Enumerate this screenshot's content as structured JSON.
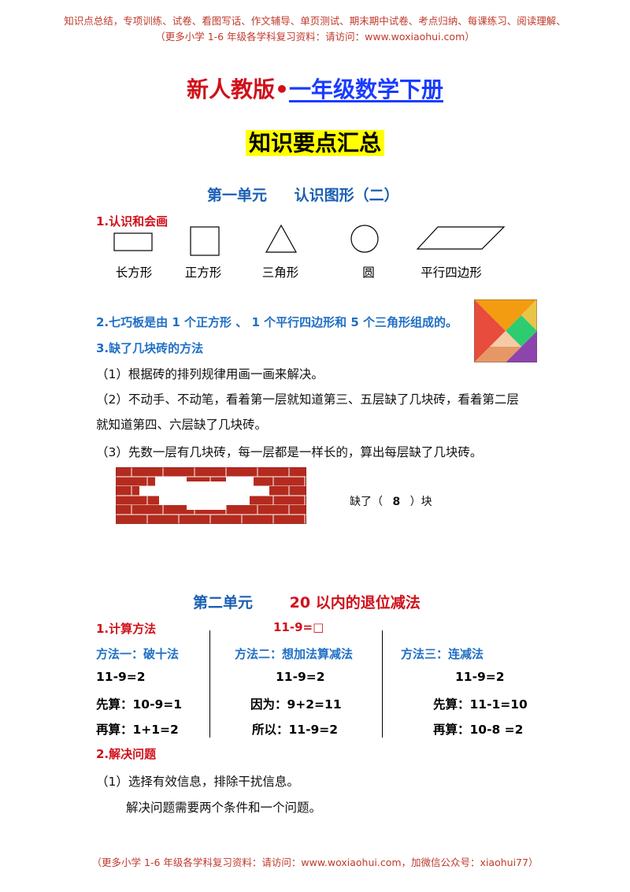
{
  "header": {
    "line1": "知识点总结，专项训练、试卷、看图写话、作文辅导、单页测试、期末期中试卷、考点归纳、每课练习、阅读理解、",
    "line2": "（更多小学 1-6 年级各学科复习资料：请访问：www.woxiaohui.com）"
  },
  "title": {
    "part1": "新人教版•",
    "part2": "一年级数学下册",
    "subtitle": "知识要点汇总"
  },
  "unit1": {
    "label": "第一单元",
    "name": "认识图形（二）",
    "sec1": "1.认识和会画",
    "shapes": [
      "长方形",
      "正方形",
      "三角形",
      "圆",
      "平行四边形"
    ],
    "sec2": "2.七巧板是由 1 个正方形 、 1 个平行四边形和 5 个三角形组成的。",
    "sec3": "3.缺了几块砖的方法",
    "p1": "（1）根据砖的排列规律用画一画来解决。",
    "p2a": "（2）不动手、不动笔，看着第一层就知道第三、五层缺了几块砖，看着第二层",
    "p2b": "就知道第四、六层缺了几块砖。",
    "p3": "（3）先数一层有几块砖，每一层都是一样长的，算出每层缺了几块砖。",
    "missing_prefix": "缺了（",
    "missing_value": "8",
    "missing_suffix": "）块"
  },
  "unit2": {
    "label": "第二单元",
    "name": "20 以内的退位减法",
    "sec1": "1.计算方法",
    "problem": "11-9=□",
    "m1": {
      "title": "方法一：破十法",
      "l1": "11-9=2",
      "l2": "先算：10-9=1",
      "l3": "再算：1+1=2"
    },
    "m2": {
      "title": "方法二：想加法算减法",
      "l1": "11-9=2",
      "l2": "因为：9+2=11",
      "l3": "所以：11-9=2"
    },
    "m3": {
      "title": "方法三：连减法",
      "l1": "11-9=2",
      "l2": "先算：11-1=10",
      "l3": "再算：10-8 =2"
    },
    "sec2": "2.解决问题",
    "p1": "（1）选择有效信息，排除干扰信息。",
    "p2": "解决问题需要两个条件和一个问题。"
  },
  "footer": "（更多小学 1-6 年级各学科复习资料：请访问：www.woxiaohui.com，加微信公众号：xiaohui77）"
}
